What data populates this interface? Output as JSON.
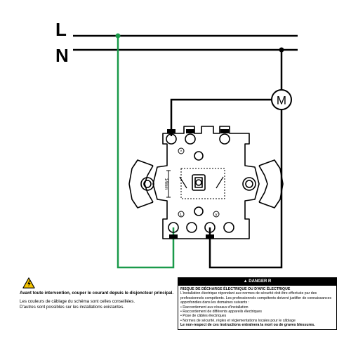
{
  "wiring": {
    "line_label": "L",
    "neutral_label": "N",
    "motor_label": "M",
    "dimension_label": "14mm",
    "terminal_markers": {
      "top_left": "^",
      "bottom_left": "L",
      "bottom_right": "v"
    },
    "colors": {
      "phase_wire": "#1a9a4a",
      "conductor": "#000000",
      "device": "#000000"
    }
  },
  "warning_notice": {
    "icon": "warning-triangle-icon",
    "main_text": "Avant toute intervention, couper le courant depuis le disjoncteur principal.",
    "sub_text": "Les couleurs de câblage du schéma sont celles conseillées.\nD'autres sont possibles sur les installations existantes."
  },
  "danger_notice": {
    "header": "DANGER R",
    "title": "RISQUE DE DÉCHARGE ÉLECTRIQUE OU D'ARC ÉLECTRIQUE",
    "intro": "L'installation électrique répondant aux normes de sécurité doit être effectuée par des professionnels compétents. Les professionnels compétents doivent justifier de connaissances approfondies dans les domaines suivants :",
    "items": [
      "• Raccordement aux réseaux d'installation",
      "• Raccordement de différents appareils électriques",
      "• Pose de câbles électriques",
      "• Normes de sécurité, règles et réglementations locales pour le câblage"
    ],
    "footer": "Le non-respect de ces instructions entraînera la mort ou de graves blessures."
  }
}
